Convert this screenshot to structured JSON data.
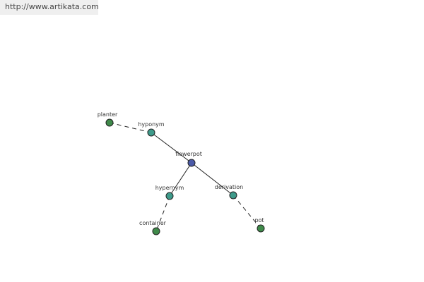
{
  "header": {
    "url": "http://www.artikata.com"
  },
  "graph": {
    "colors": {
      "center_node": "#4b5aa8",
      "relation_node": "#3e9a8a",
      "leaf_node": "#3f8a4a",
      "node_stroke": "#222222",
      "edge": "#222222"
    },
    "nodes": {
      "planter": "planter",
      "hyponym": "hyponym",
      "flowerpot": "flowerpot",
      "hypernym": "hypernym",
      "derivation": "derivation",
      "container": "container",
      "pot": "pot"
    }
  }
}
